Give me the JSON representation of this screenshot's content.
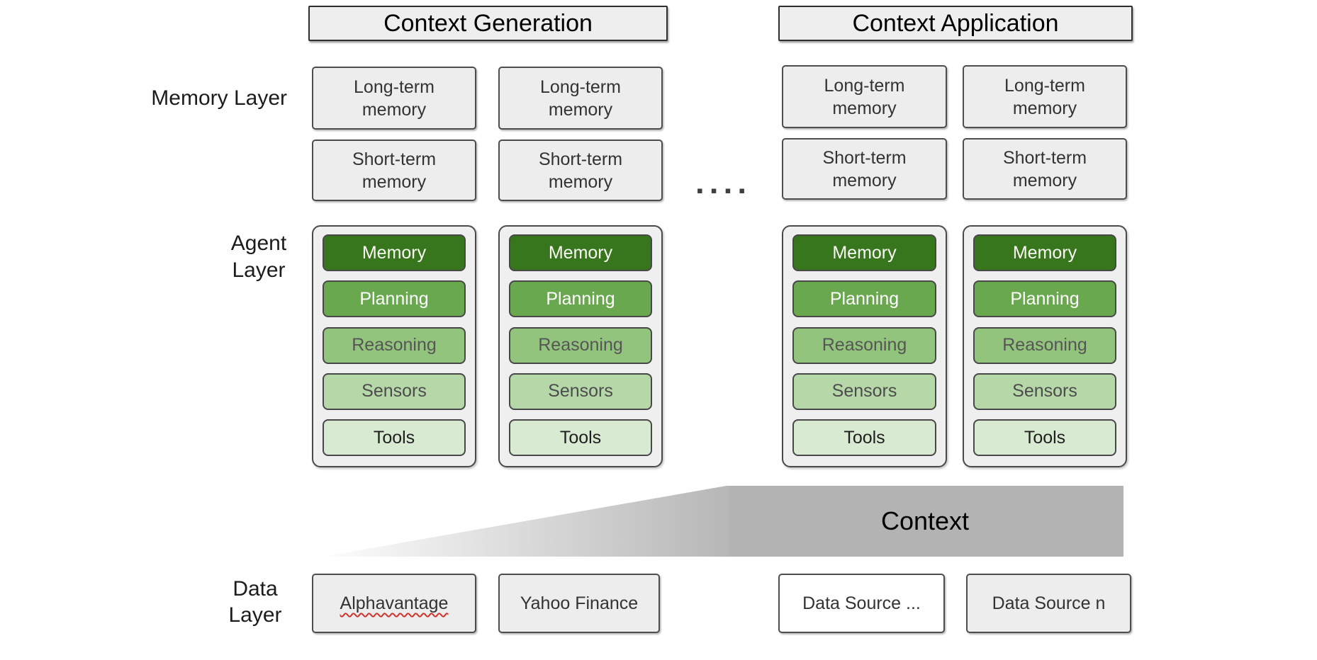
{
  "palette": {
    "background": "#ffffff",
    "box_fill": "#ededed",
    "box_border": "#4d4d4d",
    "header_fill": "#eeeeee",
    "header_border": "#2e2e2e",
    "agent_green_dark": "#38761d",
    "agent_green": "#6aa84f",
    "agent_green_light1": "#93c47d",
    "agent_green_light2": "#b6d7a8",
    "agent_green_light3": "#d9ead3",
    "context_band_gray": "#b5b5b5",
    "spellcheck_red": "#d0342c",
    "text_dark": "#333333"
  },
  "headers": {
    "generation": "Context Generation",
    "application": "Context Application"
  },
  "layer_labels": {
    "memory": "Memory Layer",
    "agent_line1": "Agent",
    "agent_line2": "Layer",
    "data_line1": "Data",
    "data_line2": "Layer"
  },
  "memory_layer": {
    "ellipsis_dots": "▪▪▪▪",
    "columns": [
      {
        "long_term": "Long-term memory",
        "short_term": "Short-term memory"
      },
      {
        "long_term": "Long-term memory",
        "short_term": "Short-term memory"
      },
      {
        "long_term": "Long-term memory",
        "short_term": "Short-term memory"
      },
      {
        "long_term": "Long-term memory",
        "short_term": "Short-term memory"
      }
    ]
  },
  "agent_layer": {
    "cards": [
      {
        "items": [
          "Memory",
          "Planning",
          "Reasoning",
          "Sensors",
          "Tools"
        ]
      },
      {
        "items": [
          "Memory",
          "Planning",
          "Reasoning",
          "Sensors",
          "Tools"
        ]
      },
      {
        "items": [
          "Memory",
          "Planning",
          "Reasoning",
          "Sensors",
          "Tools"
        ]
      },
      {
        "items": [
          "Memory",
          "Planning",
          "Reasoning",
          "Sensors",
          "Tools"
        ]
      }
    ]
  },
  "context_band": {
    "label": "Context"
  },
  "data_layer": {
    "boxes": [
      {
        "label": "Alphavantage",
        "misspelled": true
      },
      {
        "label": "Yahoo Finance"
      },
      {
        "label": "Data Source ..."
      },
      {
        "label": "Data Source n"
      }
    ]
  }
}
